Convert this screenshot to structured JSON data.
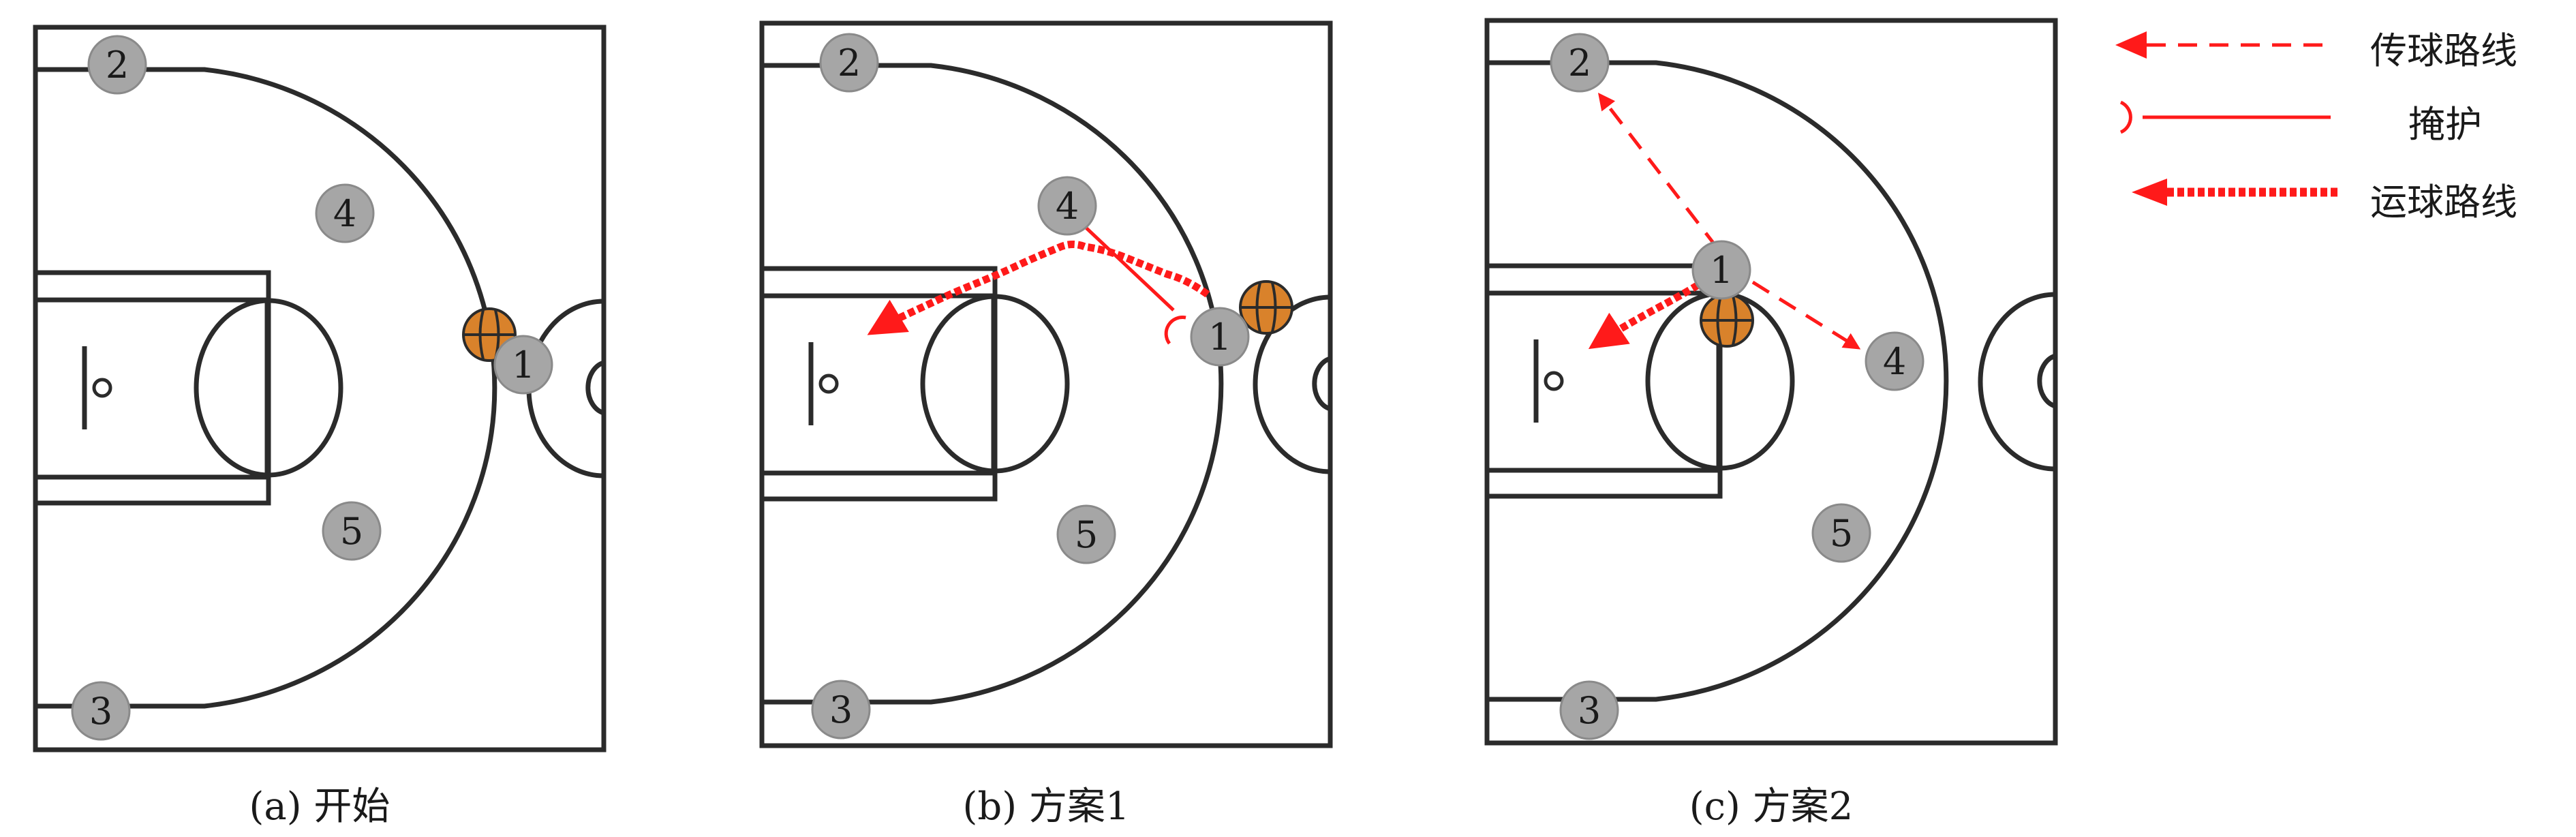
{
  "colors": {
    "court_line": "#2b2b2b",
    "player_fill": "#a6a6a6",
    "player_stroke": "#8a8a8a",
    "ball_fill": "#d9822b",
    "route_red": "#ff1a1a"
  },
  "icons": [
    "player-marker-icon",
    "basketball-icon",
    "hoop-icon",
    "arrow-head-icon",
    "screen-symbol-icon"
  ],
  "panels": [
    {
      "caption": "(a) 开始",
      "players": [
        {
          "label": "2"
        },
        {
          "label": "4"
        },
        {
          "label": "1"
        },
        {
          "label": "5"
        },
        {
          "label": "3"
        }
      ]
    },
    {
      "caption": "(b) 方案1",
      "players": [
        {
          "label": "2"
        },
        {
          "label": "4"
        },
        {
          "label": "1"
        },
        {
          "label": "5"
        },
        {
          "label": "3"
        }
      ]
    },
    {
      "caption": "(c) 方案2",
      "players": [
        {
          "label": "2"
        },
        {
          "label": "1"
        },
        {
          "label": "4"
        },
        {
          "label": "5"
        },
        {
          "label": "3"
        }
      ]
    }
  ],
  "legend": [
    {
      "label": "传球路线",
      "style": "dashed"
    },
    {
      "label": "掩护",
      "style": "screen"
    },
    {
      "label": "运球路线",
      "style": "wavy"
    }
  ]
}
